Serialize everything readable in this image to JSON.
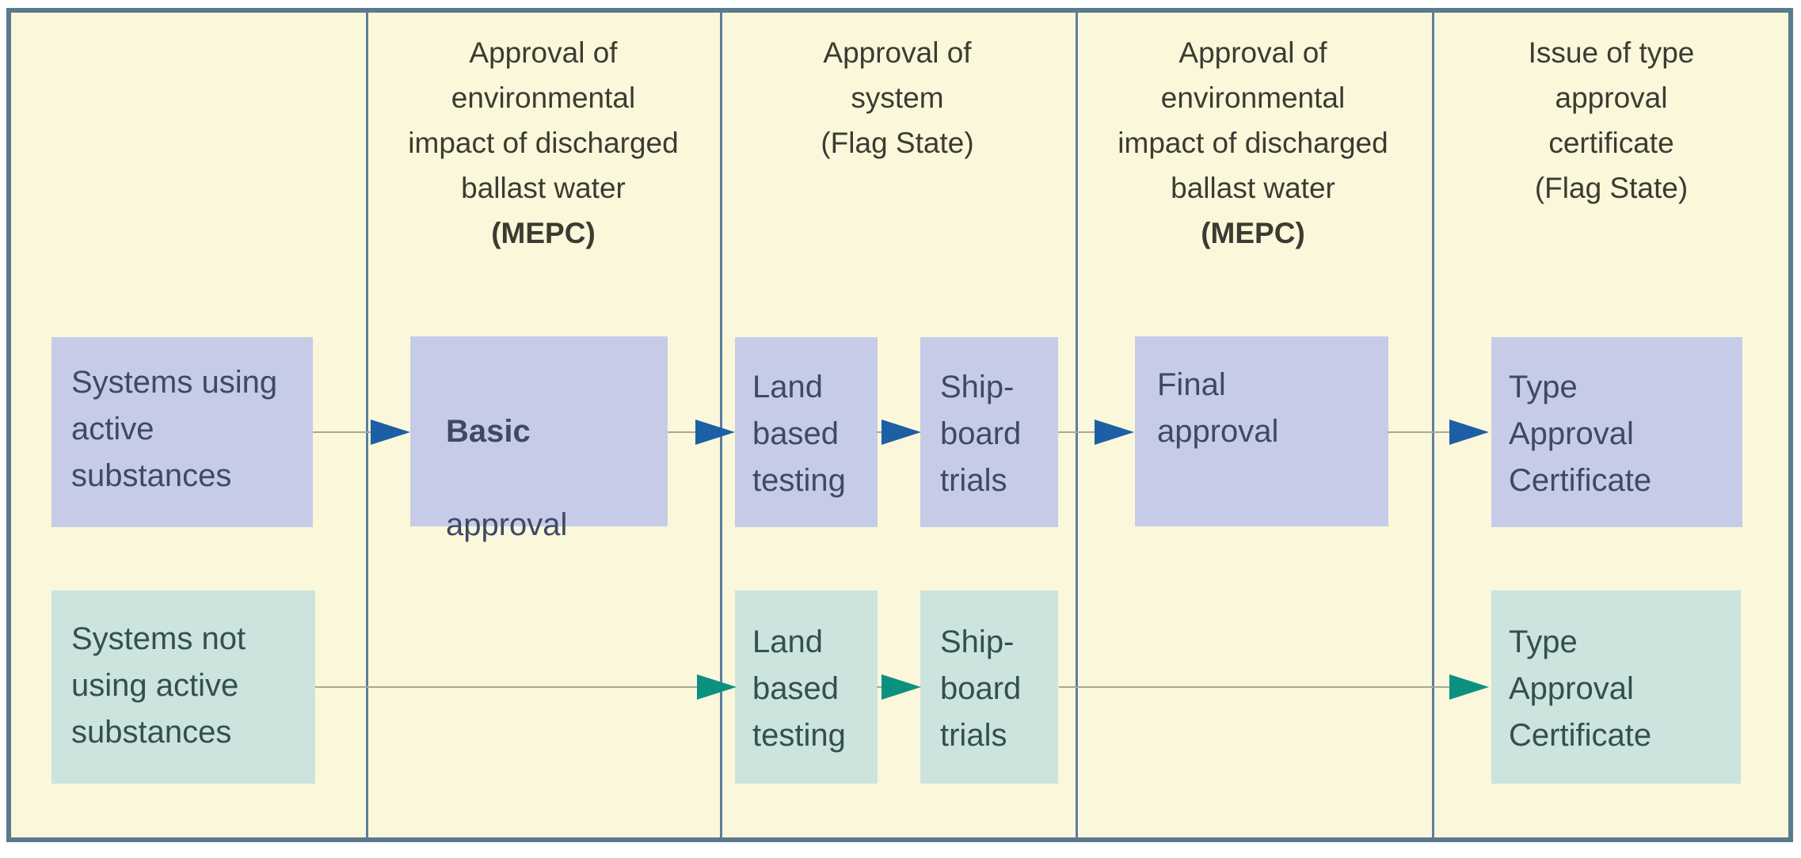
{
  "colors": {
    "background": "#fbf7da",
    "frame_border": "#5a7a8e",
    "divider": "#5b7da0",
    "active_box": "#c6cce8",
    "non_active_box": "#cce3de",
    "active_text": "#3d4a66",
    "non_active_text": "#33504e",
    "header_text": "#3b3b33",
    "active_arrow": "#1d5fa5",
    "non_active_arrow": "#0c9181",
    "connector_line": "#aaa796"
  },
  "headers": [
    {
      "text": "Approval of\nenvironmental\nimpact of discharged\nballast water",
      "emphasis": "(MEPC)"
    },
    {
      "text": "Approval of\nsystem\n(Flag State)",
      "emphasis": ""
    },
    {
      "text": "Approval of\nenvironmental\nimpact of discharged\nballast water",
      "emphasis": "(MEPC)"
    },
    {
      "text": "Issue of type\napproval\ncertificate\n(Flag State)",
      "emphasis": ""
    }
  ],
  "rows": {
    "active": {
      "source": "Systems using\nactive\nsubstances",
      "basic_line1": "Basic",
      "basic_line2": "approval",
      "land_based": "Land\nbased\ntesting",
      "shipboard": "Ship-\nboard\ntrials",
      "final_approval": "Final\napproval",
      "certificate": "Type\nApproval\nCertificate"
    },
    "non_active": {
      "source": "Systems not\nusing active\nsubstances",
      "land_based": "Land\nbased\ntesting",
      "shipboard": "Ship-\nboard\ntrials",
      "certificate": "Type\nApproval\nCertificate"
    }
  }
}
